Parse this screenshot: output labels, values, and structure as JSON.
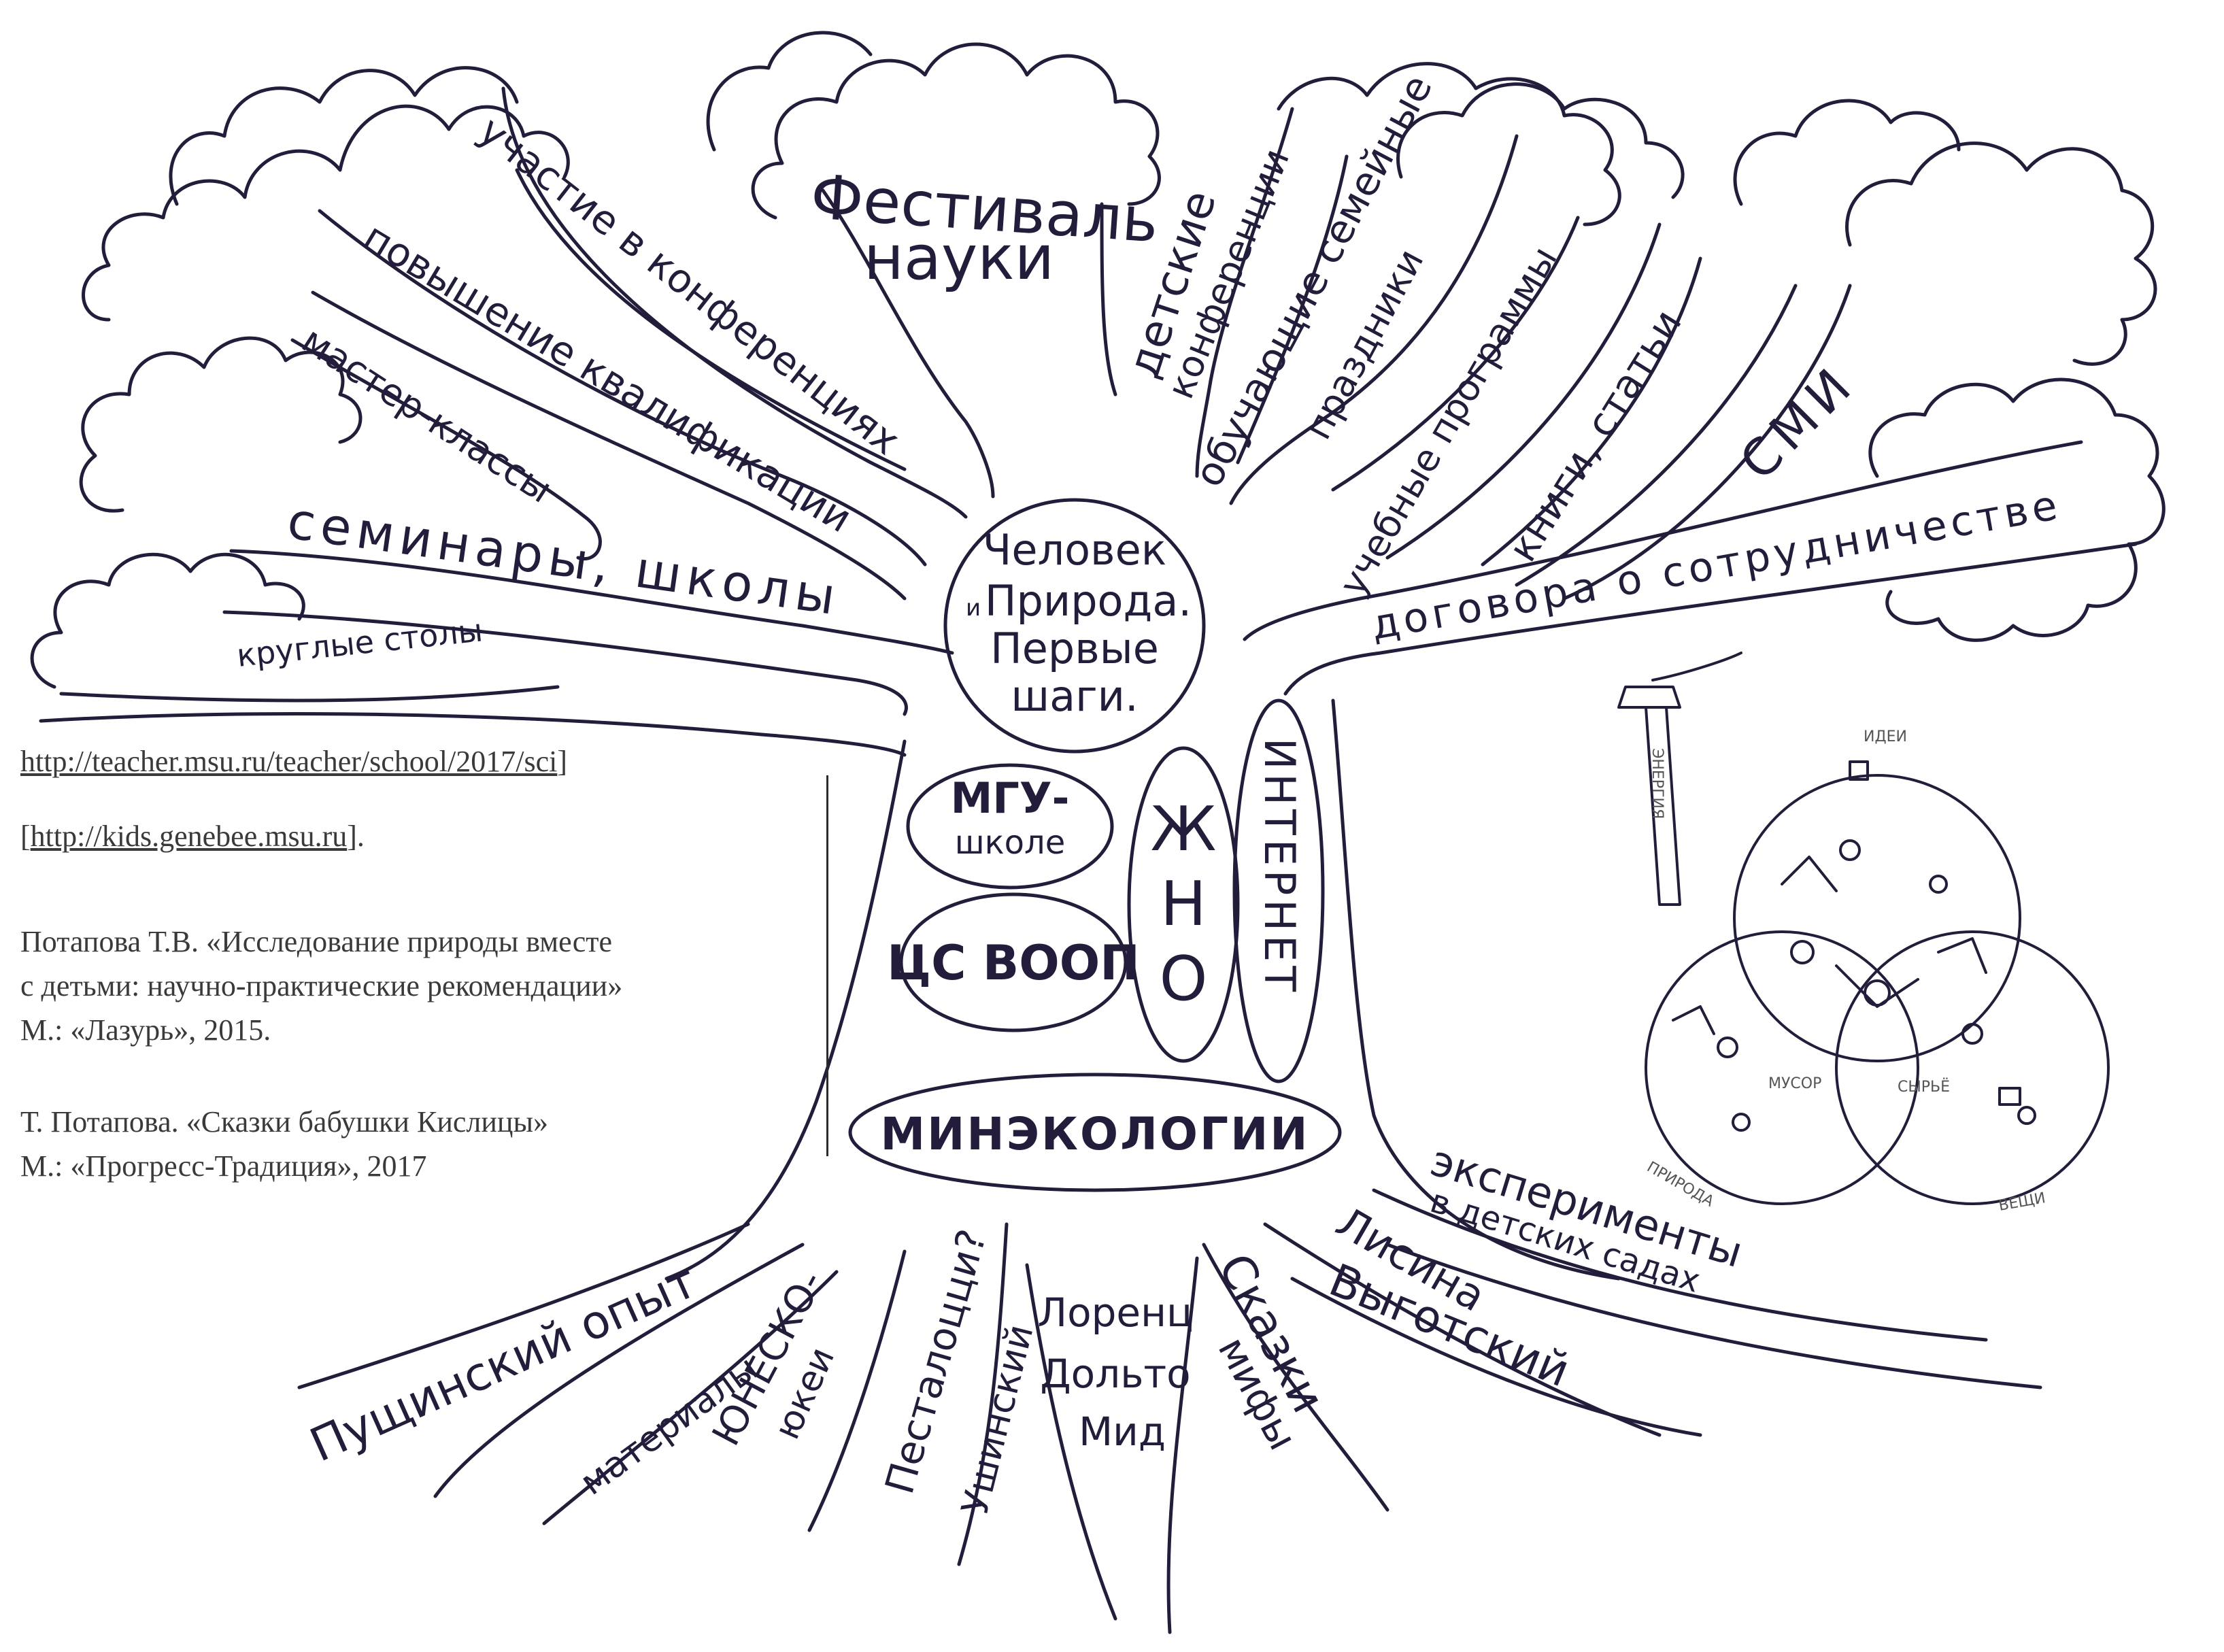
{
  "tree": {
    "center": {
      "line1": "Человек",
      "conj": "и",
      "line2": "Природа.",
      "line3": "Первые",
      "line4": "шаги."
    },
    "leaves": {
      "festival": {
        "line1": "Фестиваль",
        "line2": "науки"
      },
      "participation": "участие в конференциях",
      "qualification": "повышение квалификации",
      "masterclass": "мастер-классы",
      "seminars": "семинары, школы",
      "roundtables": "круглые столы",
      "childconf": {
        "line1": "детские",
        "line2": "конференции"
      },
      "familyholidays": {
        "line1": "обучающие семейные",
        "line2": "праздники"
      },
      "programs": "учебные программы",
      "books": "книги, статьи",
      "media": "СМИ",
      "agreements": "договора о сотрудничестве"
    },
    "trunk": {
      "msu": {
        "line1": "МГУ-",
        "line2": "школе"
      },
      "csvoop": "ЦС ВООП",
      "zhno": [
        "Ж",
        "Н",
        "О"
      ],
      "internet": "ИНТЕРНЕТ",
      "minecology": "МИНЭКОЛОГИИ"
    },
    "roots": {
      "pushchino": "Пущинский опыт",
      "unesco": {
        "line1": "материалы",
        "line2": "ЮНЕСКО-",
        "line3": "юкеи"
      },
      "pestalozzi": {
        "line1": "Песталоцци?",
        "line2": "Ушинский"
      },
      "lorenz": {
        "line1": "Лоренц",
        "line2": "Дольто",
        "line3": "Мид"
      },
      "tales": {
        "line1": "Сказки",
        "line2": "мифы"
      },
      "lisina": {
        "line1": "Лисина",
        "line2": "Выготский"
      },
      "experiments": {
        "line1": "эксперименты",
        "line2": "в детских садах"
      }
    }
  },
  "references": {
    "url1": "http://teacher.msu.ru/teacher/school/2017/sci",
    "url1_suffix": "]",
    "url2_prefix": "[",
    "url2": "http://kids.genebee.msu.ru",
    "url2_suffix": "].",
    "book1": {
      "line1": "Потапова Т.В. «Исследование природы вместе",
      "line2": "с детьми: научно-практические рекомендации»",
      "line3": "М.: «Лазурь», 2015."
    },
    "book2": {
      "line1": "Т. Потапова. «Сказки бабушки Кислицы»",
      "line2": "М.: «Прогресс-Традиция», 2017"
    }
  },
  "sketch": {
    "ideas": "ИДЕИ",
    "energy": "ЭНЕРГИЯ",
    "garbage": "МУСОР",
    "raw": "СЫРЬЁ",
    "nature": "ПРИРОДА",
    "things": "ВЕЩИ"
  },
  "colors": {
    "ink": "#231c3a",
    "print": "#3a3a3a",
    "sketch": "#555555"
  }
}
